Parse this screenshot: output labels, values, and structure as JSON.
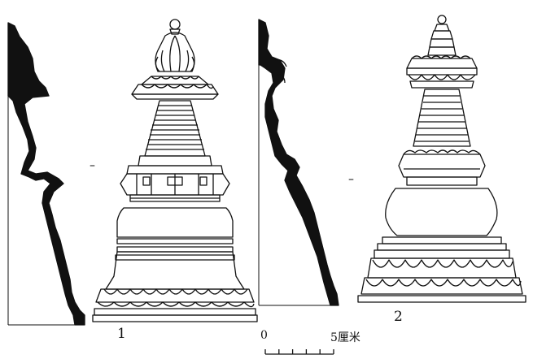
{
  "figure": {
    "figure1_label": "1",
    "figure2_label": "2",
    "axis_mark_1": "–",
    "axis_mark_2": "–"
  },
  "scale_bar": {
    "start_label": "0",
    "end_label": "5厘米",
    "divisions": 5
  },
  "colors": {
    "ink": "#111111",
    "paper": "#ffffff"
  }
}
